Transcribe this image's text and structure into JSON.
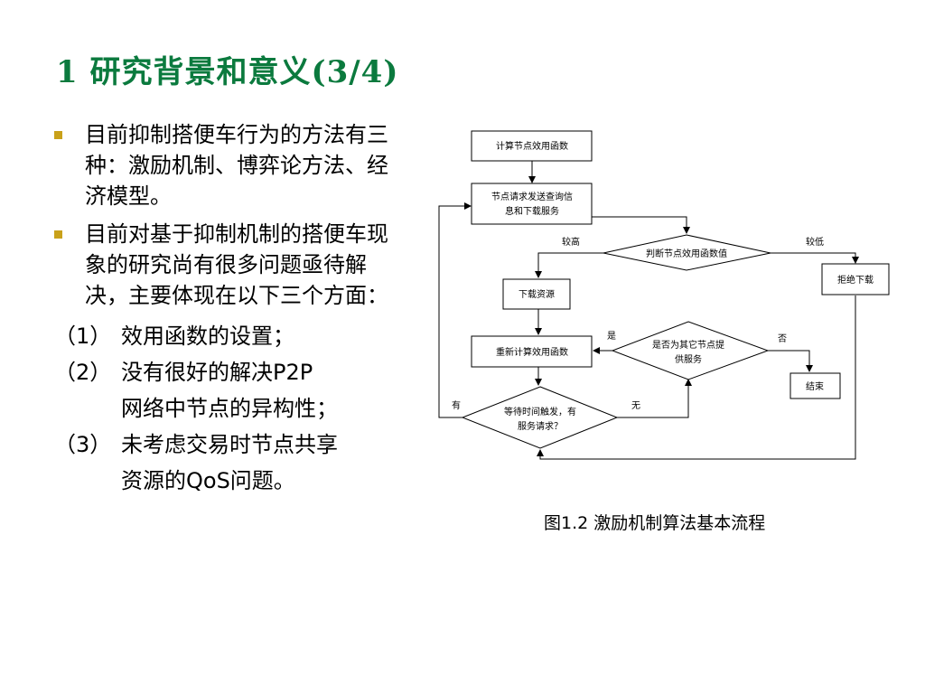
{
  "slide": {
    "title": "1  研究背景和意义(3/4)"
  },
  "bullets": [
    {
      "text": "目前抑制搭便车行为的方法有三种：激励机制、博弈论方法、经济模型。"
    },
    {
      "text": "目前对基于抑制机制的搭便车现象的研究尚有很多问题亟待解决，主要体现在以下三个方面："
    }
  ],
  "sub_items": [
    {
      "num": "（1）",
      "text": "效用函数的设置；"
    },
    {
      "num": "（2）",
      "text": "没有很好的解决P2P",
      "cont": "网络中节点的异构性；"
    },
    {
      "num": "（3）",
      "text": "未考虑交易时节点共享",
      "cont": "资源的QoS问题。"
    }
  ],
  "flowchart": {
    "nodes": {
      "calc_utility": "计算节点效用函数",
      "send_request_l1": "节点请求发送查询信",
      "send_request_l2": "息和下载服务",
      "judge_utility": "判断节点效用函数值",
      "download": "下载资源",
      "reject": "拒绝下载",
      "recalc": "重新计算效用函数",
      "other_node_l1": "是否为其它节点提",
      "other_node_l2": "供服务",
      "end": "结束",
      "wait_l1": "等待时间触发，有",
      "wait_l2": "服务请求？"
    },
    "labels": {
      "higher": "较高",
      "lower": "较低",
      "yes": "是",
      "no": "否",
      "have": "有",
      "none": "无"
    }
  },
  "figure": {
    "caption": "图1.2 激励机制算法基本流程"
  }
}
